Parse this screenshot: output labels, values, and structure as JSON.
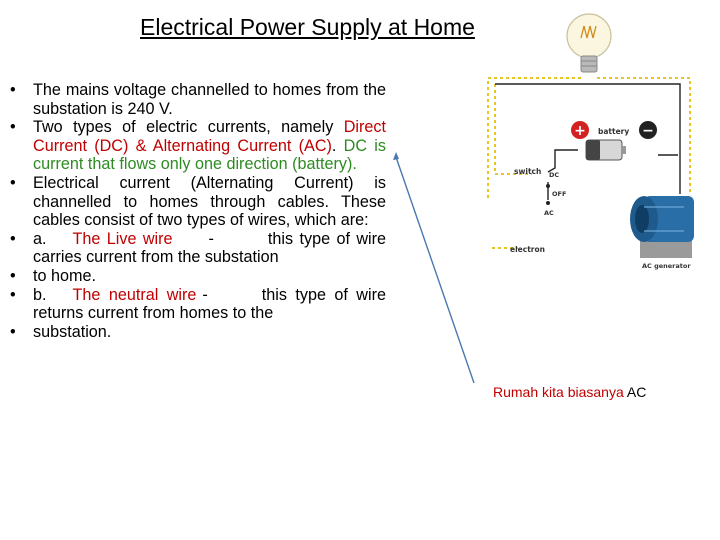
{
  "title": "Electrical Power Supply at Home",
  "bullets": [
    {
      "a": "The mains voltage channelled to homes from the substation is 240 V."
    },
    {
      "a": "Two types of electric currents, namely ",
      "b": "Direct Current (DC) & Alternating Current (AC)",
      "c": ". ",
      "d": "DC is current that flows only one direction (battery)."
    },
    {
      "a": "Electrical current (Alternating Current) is channelled to homes through cables. These cables consist of two types of wires, which are:"
    },
    {
      "a": "a.",
      "b": "The Live wire",
      "c": "-",
      "d": "this type of wire carries current from the substation"
    },
    {
      "a": "to home."
    },
    {
      "a": "b.",
      "b": "The neutral wire",
      "c": "-",
      "d": "this type of wire returns current from homes to the"
    },
    {
      "a": "substation."
    }
  ],
  "diagram": {
    "battery_label": "battery",
    "plus": "+",
    "minus": "−",
    "switch_label": "switch",
    "dc_label": "DC",
    "off_label": "OFF",
    "ac_label": "AC",
    "electron_label": "electron",
    "generator_label": "AC generator"
  },
  "caption": {
    "main": "Rumah kita biasanya ",
    "ac": "AC"
  },
  "colors": {
    "red_text": "#c00000",
    "green_text": "#2e8b22",
    "wire_yellow": "#e8c520",
    "generator_blue": "#2a6ea8",
    "arrow_blue": "#4a78b0"
  }
}
